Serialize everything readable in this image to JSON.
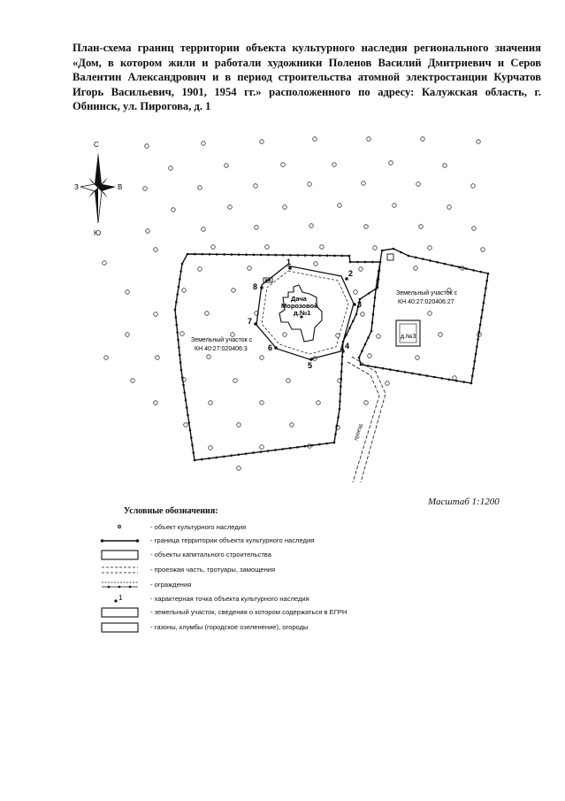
{
  "title": "План-схема границ территории объекта культурного наследия регионального значения «Дом, в котором жили и работали художники Поленов Василий Дмитриевич и Серов Валентин Александрович и в период строительства атомной электростанции Курчатов Игорь Васильевич, 1901, 1954 гг.» расположенного по адресу: Калужская область, г. Обнинск, ул. Пирогова, д. 1",
  "compass": {
    "north": "С",
    "south": "Ю",
    "west": "З",
    "east": "В"
  },
  "map": {
    "building_name": "Дача",
    "building_name2": "Морозовой",
    "building_number": "д.№1",
    "house3_label": "д.№3",
    "parcel_left_line1": "Земельный участок с",
    "parcel_left_line2": "КН 40:27:020406:3",
    "parcel_right_line1": "Земельный участок с",
    "parcel_right_line2": "КН 40:27:020406:27",
    "road_label": "проезд",
    "points": [
      "1",
      "2",
      "3",
      "4",
      "5",
      "6",
      "7",
      "8"
    ]
  },
  "scale": "Масштаб 1:1200",
  "legend": {
    "title": "Условные обозначения:",
    "items": [
      "- объект культурного наследия",
      "- граница территории объекта культурного наследия",
      "- объекты капитального строительства",
      "- проезжая часть, тротуары, замощения",
      "- ограждения",
      "- характерная точка объекта культурного наследия",
      "- земельный участок, сведения о котором содержаться в ЕГРН",
      "- газоны, клумбы (городское озеленение), огороды"
    ],
    "point_symbol": "1"
  }
}
